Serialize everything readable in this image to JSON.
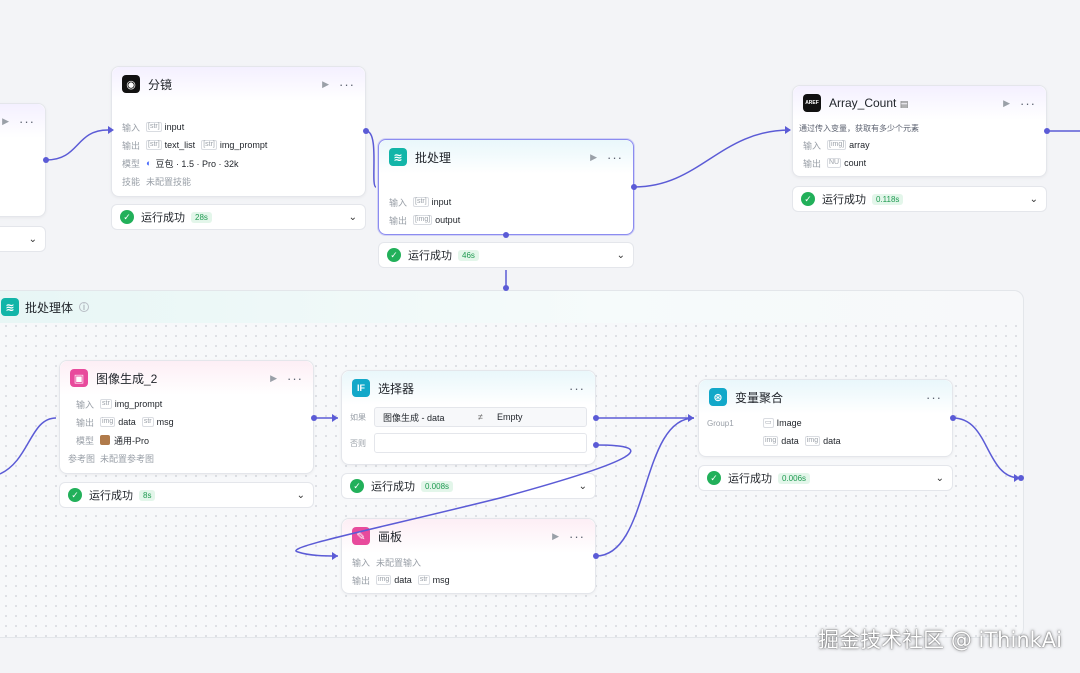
{
  "nodes": {
    "storyboard": {
      "title": "分镜",
      "rows": {
        "in_label": "输入",
        "in_type": "[str]",
        "in_var": "input",
        "out_label": "输出",
        "out_type1": "[str]",
        "out_var1": "text_list",
        "out_type2": "[str]",
        "out_var2": "img_prompt",
        "model_label": "模型",
        "model_value": "豆包 · 1.5 · Pro · 32k",
        "skill_label": "技能",
        "skill_value": "未配置技能"
      },
      "status": "运行成功",
      "time": "28s"
    },
    "batch": {
      "title": "批处理",
      "rows": {
        "in_label": "输入",
        "in_type": "[str]",
        "in_var": "input",
        "out_label": "输出",
        "out_type": "[img]",
        "out_var": "output"
      },
      "status": "运行成功",
      "time": "46s"
    },
    "array_count": {
      "title": "Array_Count",
      "logo": "AREF",
      "desc": "通过传入变量，获取有多少个元素",
      "rows": {
        "in_label": "输入",
        "in_type": "[img]",
        "in_var": "array",
        "out_label": "输出",
        "out_type": "NU",
        "out_var": "count"
      },
      "status": "运行成功",
      "time": "0.118s"
    },
    "image_gen": {
      "title": "图像生成_2",
      "rows": {
        "in_label": "输入",
        "in_type": "str",
        "in_var": "img_prompt",
        "out_label": "输出",
        "out_type1": "img",
        "out_var1": "data",
        "out_type2": "str",
        "out_var2": "msg",
        "model_label": "模型",
        "model_value": "通用-Pro",
        "ref_label": "参考图",
        "ref_value": "未配置参考图"
      },
      "status": "运行成功",
      "time": "8s"
    },
    "selector": {
      "title": "选择器",
      "icon": "IF",
      "if_label": "如果",
      "if_left": "图像生成 - data",
      "if_op": "≠",
      "if_right": "Empty",
      "else_label": "否则",
      "status": "运行成功",
      "time": "0.008s"
    },
    "canvas": {
      "title": "画板",
      "rows": {
        "in_label": "输入",
        "in_value": "未配置输入",
        "out_label": "输出",
        "out_type1": "img",
        "out_var1": "data",
        "out_type2": "str",
        "out_var2": "msg"
      }
    },
    "aggregate": {
      "title": "变量聚合",
      "group_label": "Group1",
      "item1": "Image",
      "item2_type": "img",
      "item2_var": "data",
      "item3_type": "img",
      "item3_var": "data",
      "status": "运行成功",
      "time": "0.006s"
    }
  },
  "group": {
    "title": "批处理体"
  },
  "icons": {
    "play": "play-icon",
    "more": "more-icon",
    "success": "check-circle-icon",
    "chevron": "chevron-down-icon"
  },
  "colors": {
    "wire": "#5b5bd6",
    "success": "#22b05a",
    "selected": "#8c8cf0"
  },
  "watermark": "掘金技术社区 @ iThinkAi"
}
